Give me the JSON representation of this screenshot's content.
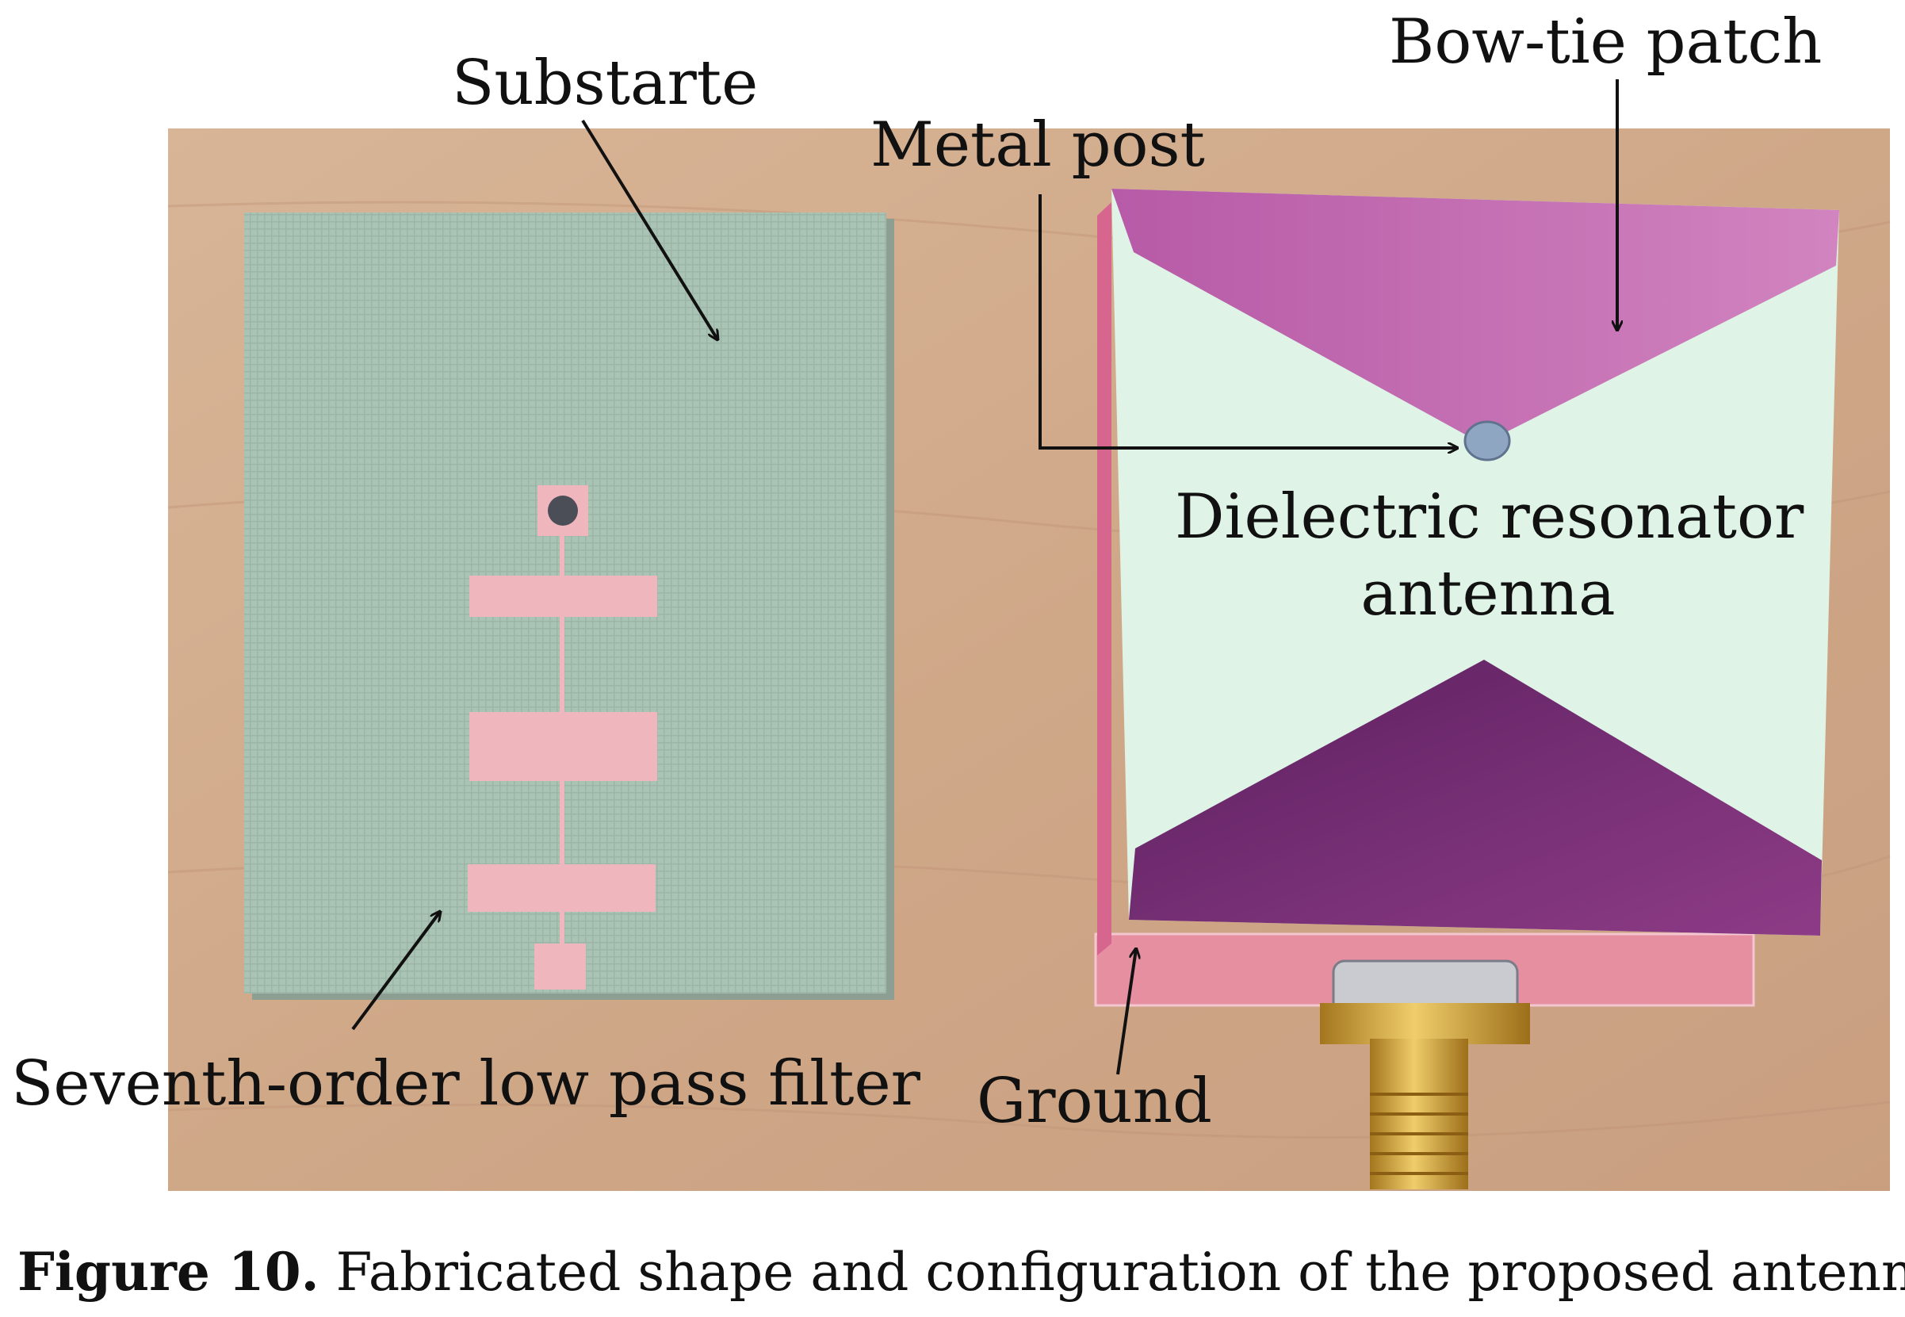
{
  "labels": {
    "substrate": "Substarte",
    "bow_tie_patch": "Bow-tie patch",
    "metal_post": "Metal post",
    "dielectric_line1": "Dielectric resonator",
    "dielectric_line2": "antenna",
    "filter": "Seventh-order low pass filter",
    "ground": "Ground"
  },
  "caption": {
    "label": "Figure 10.",
    "text": " Fabricated shape and configuration of the proposed antenna."
  },
  "colors": {
    "table": "#d2ad8e",
    "substrate": "#a9c3b4",
    "copper": "#f0b6bd",
    "dielectric": "#dff3e6",
    "patch_top": "#c46fb6",
    "patch_bottom": "#6a2a6e",
    "ground_strip": "#e58fa1",
    "connector": "#d6a43a"
  }
}
